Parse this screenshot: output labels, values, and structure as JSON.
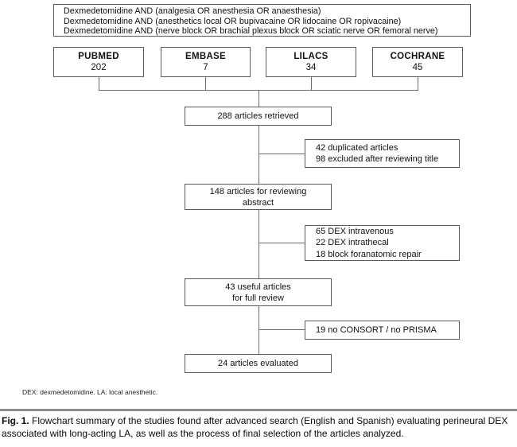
{
  "figure": {
    "search_query_box": {
      "lines": [
        "Dexmedetomidine AND (analgesia OR anesthesia OR anaesthesia)",
        "Dexmedetomidine AND (anesthetics local OR bupivacaine OR lidocaine OR ropivacaine)",
        "Dexmedetomidine AND (nerve block OR brachial plexus block OR sciatic nerve OR femoral nerve)"
      ]
    },
    "databases": [
      {
        "name": "PUBMED",
        "count": "202"
      },
      {
        "name": "EMBASE",
        "count": "7"
      },
      {
        "name": "LILACS",
        "count": "34"
      },
      {
        "name": "COCHRANE",
        "count": "45"
      }
    ],
    "flow_boxes": {
      "retrieved": {
        "lines": [
          "288 articles retrieved"
        ]
      },
      "abstract_review": {
        "lines": [
          "148 articles for reviewing",
          "abstract"
        ]
      },
      "full_review": {
        "lines": [
          "43 useful articles",
          "for full review"
        ]
      },
      "evaluated": {
        "lines": [
          "24 articles evaluated"
        ]
      }
    },
    "exclusion_boxes": {
      "duplicates": {
        "lines": [
          "42 duplicated articles",
          "98 excluded after reviewing title"
        ]
      },
      "abstract_exclusions": {
        "lines": [
          "65 DEX intravenous",
          "22 DEX intrathecal",
          "18 block foranatomic repair"
        ]
      },
      "fulltext_exclusions": {
        "lines": [
          "19 no CONSORT / no PRISMA"
        ]
      }
    },
    "footnote": "DEX: dexmedetomidine. LA: local anesthetic.",
    "caption": {
      "label": "Fig. 1.",
      "text": "Flowchart summary of the studies found after advanced search (English and Spanish) evaluating perineural DEX associated with long-acting LA, as well as the process of final selection of the articles analyzed."
    }
  },
  "colors": {
    "background": "#ffffff",
    "box_border": "#5a5a5a",
    "connector": "#6e6e6e",
    "text": "#111111",
    "separator": "#8c8c8c"
  }
}
